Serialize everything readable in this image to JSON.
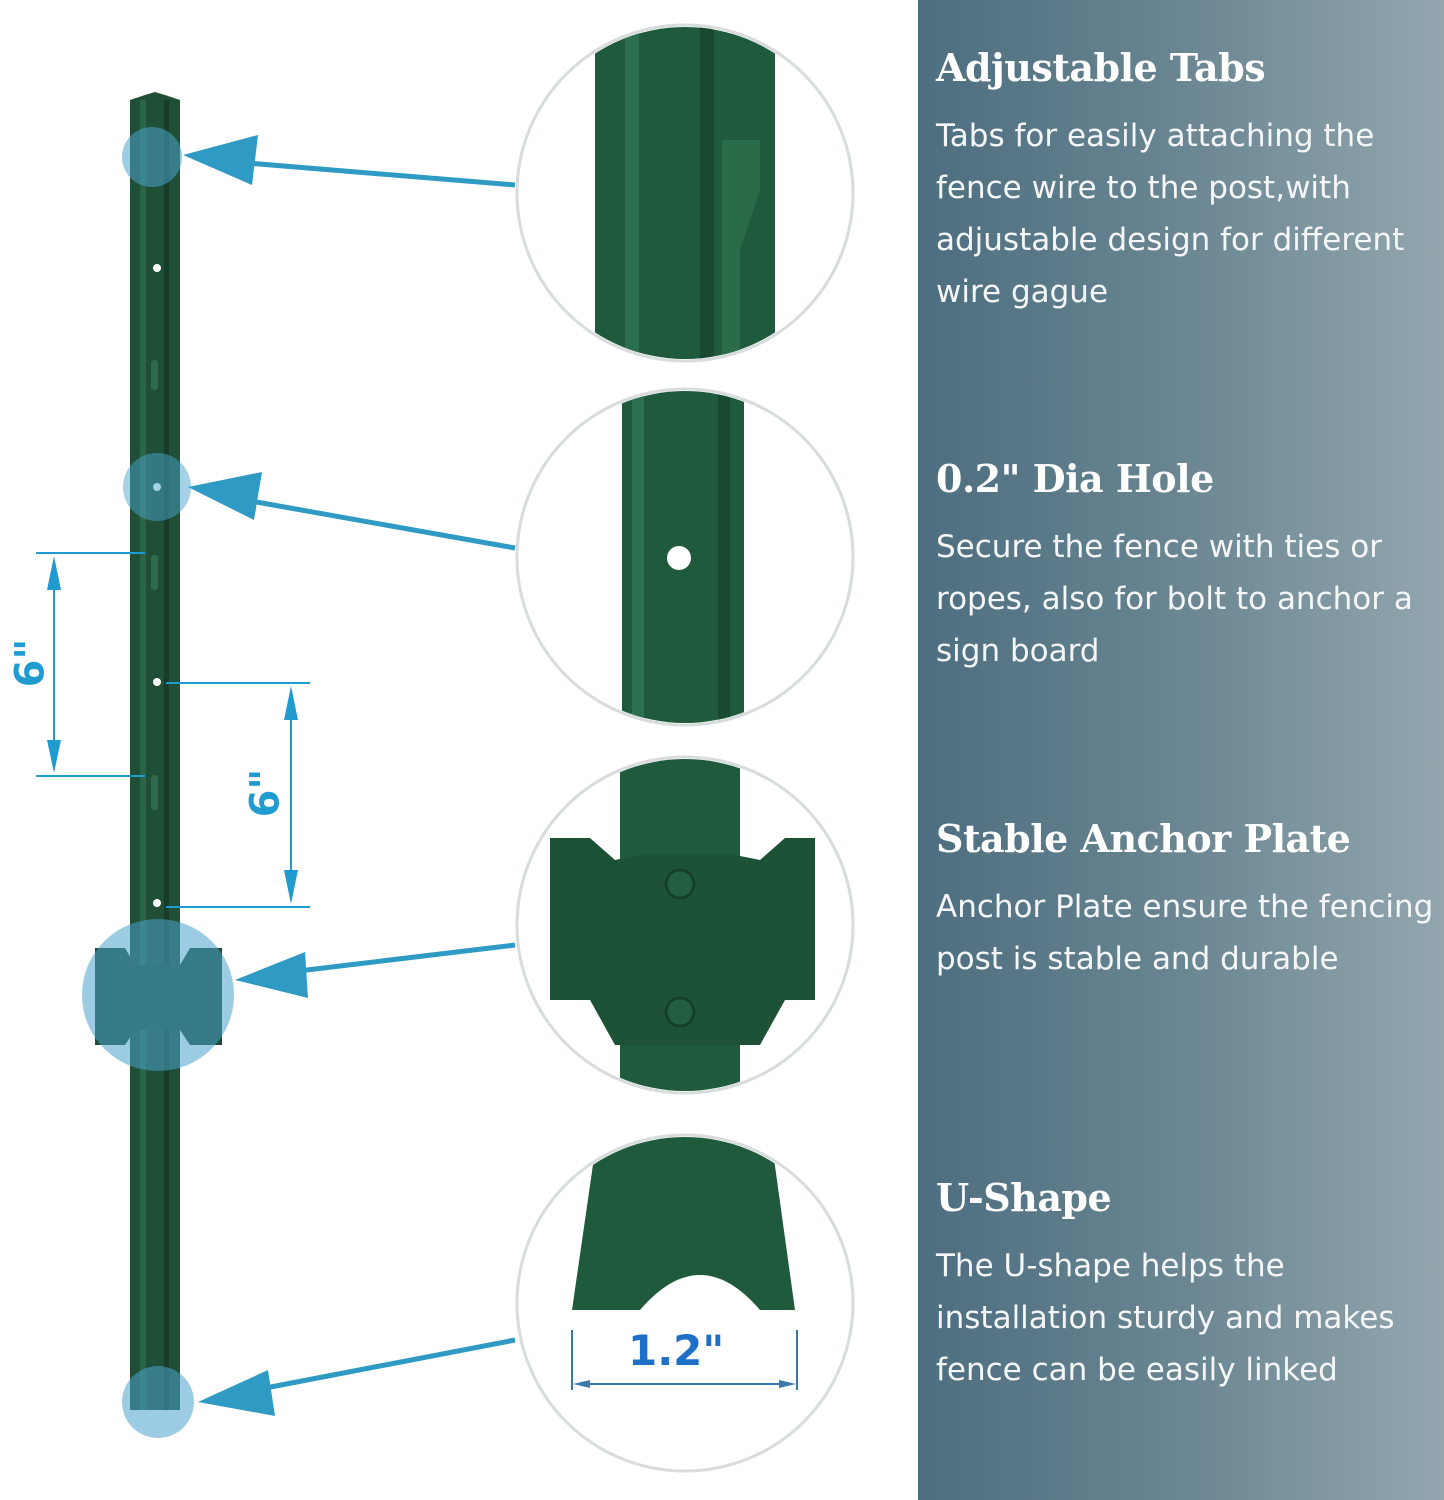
{
  "features": [
    {
      "title": "Adjustable Tabs",
      "description": "Tabs for easily attaching the fence wire to the post,with adjustable design for different wire gague"
    },
    {
      "title": "0.2\" Dia Hole",
      "description": "Secure the fence with ties or ropes, also for bolt to anchor a sign board"
    },
    {
      "title": "Stable Anchor Plate",
      "description": "Anchor Plate ensure the fencing post is stable and durable"
    },
    {
      "title": "U-Shape",
      "description": "The U-shape helps the installation sturdy and makes fence can be easily linked"
    }
  ],
  "dimensions": {
    "tab_spacing": "6\"",
    "hole_spacing": "6\"",
    "u_width": "1.2\""
  },
  "colors": {
    "post_green": "#1f4f36",
    "callout_blue": "#2f9ac4",
    "dimension_blue": "#1f9bcf",
    "panel_dark": "#4d6e80",
    "panel_light": "#93a6ae"
  }
}
